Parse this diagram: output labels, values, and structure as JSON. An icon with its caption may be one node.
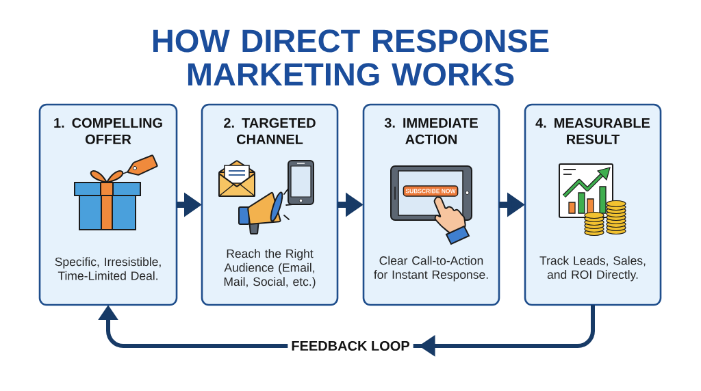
{
  "diagram": {
    "title": "HOW DIRECT RESPONSE MARKETING WORKS",
    "nodes": [
      {
        "text": [
          "1. COMPELLING OFFER",
          "Specific, Irresistible, Time-Limited Deal."
        ]
      },
      {
        "text": [
          "2. TARGETED CHANNEL",
          "Reach the Right Audience (Email, Mail, Social, etc.)"
        ]
      },
      {
        "text": [
          "3. IMMEDIATE ACTION",
          "Clear Call-to-Action for Instant Response."
        ]
      },
      {
        "text": [
          "4. MEASURABLE RESULT",
          "Track Leads, Sales, and ROI Directly."
        ]
      }
    ],
    "edges": [
      {
        "from": 0,
        "to": 1,
        "arrow": "to"
      },
      {
        "from": 1,
        "to": 2,
        "arrow": "to"
      },
      {
        "from": 2,
        "to": 3,
        "arrow": "to"
      },
      {
        "from": 3,
        "to": 0,
        "arrow": "to",
        "label": "FEEDBACK LOOP"
      }
    ],
    "labels": [
      "SUBSCRIBE NOW"
    ]
  }
}
